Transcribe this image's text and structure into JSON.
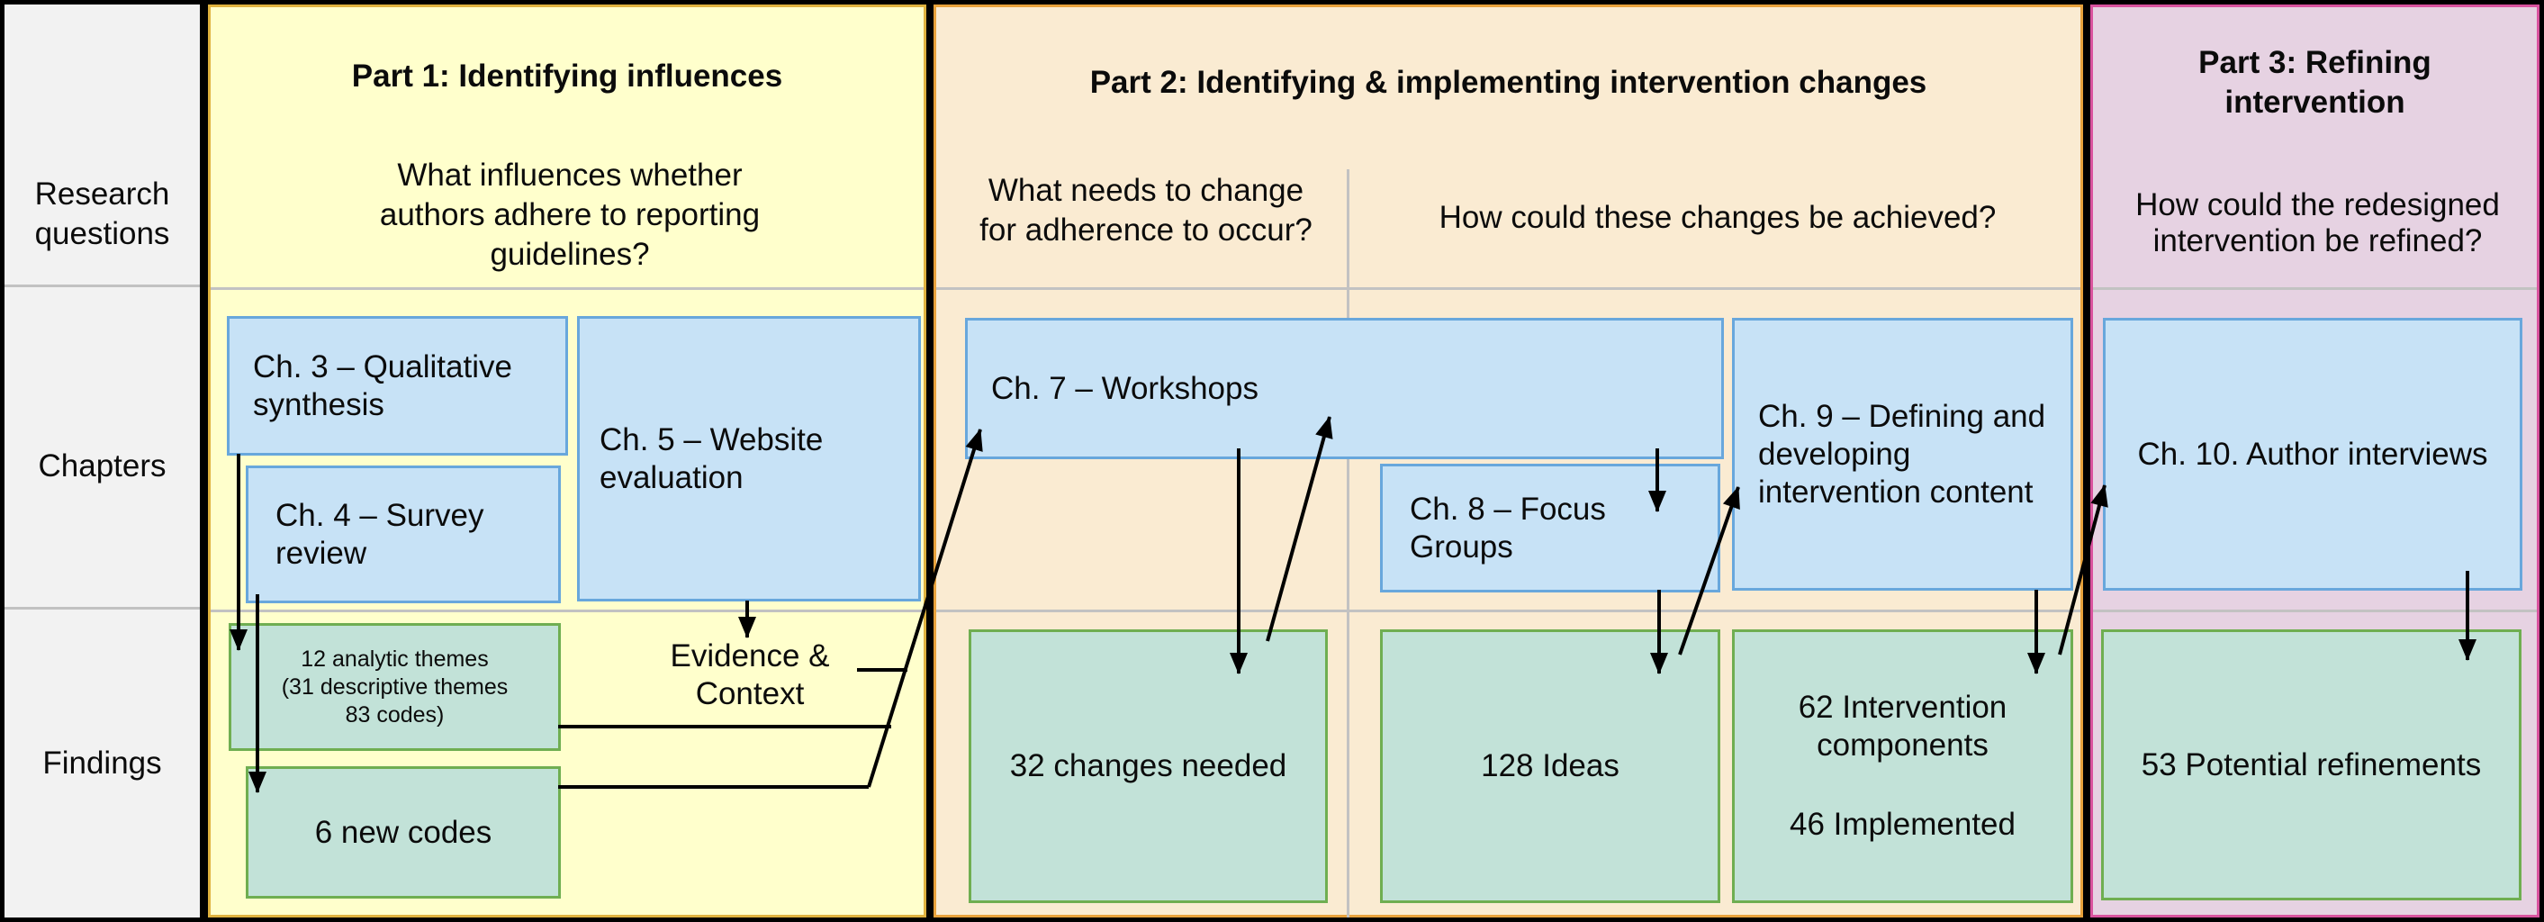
{
  "colors": {
    "frame": "#000000",
    "sidebar_bg": "#F2F2F2",
    "part1_bg": "#FFFFCC",
    "part1_border": "#DFB23F",
    "part2_bg": "#FAEBD2",
    "part2_border": "#E8A23C",
    "part3_bg": "#E6D2E2",
    "part3_border": "#D9539E",
    "chapter_box_bg": "#C7E2F6",
    "chapter_box_border": "#68A7DC",
    "finding_box_bg": "#C2E2D8",
    "finding_box_border": "#6FAE51",
    "divider": "#C2C2C2",
    "arrow": "#000000"
  },
  "sidebar": {
    "row1": "Research questions",
    "row2": "Chapters",
    "row3": "Findings"
  },
  "part1": {
    "title": "Part 1: Identifying influences",
    "question_lines": [
      "What influences whether",
      "authors adhere to reporting",
      "guidelines?"
    ],
    "ch3_lines": [
      "Ch. 3 – Qualitative",
      "synthesis"
    ],
    "ch4_lines": [
      "Ch. 4 – Survey",
      "review"
    ],
    "ch5_lines": [
      "Ch. 5 – Website",
      "evaluation"
    ],
    "finding1_lines": [
      "12 analytic themes",
      "(31 descriptive themes",
      "83 codes)"
    ],
    "finding2": "6 new codes",
    "evidence_lines": [
      "Evidence &",
      "Context"
    ]
  },
  "part2": {
    "title": "Part 2: Identifying & implementing intervention changes",
    "question1_lines": [
      "What needs to change",
      "for adherence to occur?"
    ],
    "question2": "How could these changes be achieved?",
    "ch7": "Ch. 7 – Workshops",
    "ch8_lines": [
      "Ch. 8 – Focus",
      "Groups"
    ],
    "ch9_lines": [
      "Ch. 9 – Defining and",
      "developing",
      "intervention content"
    ],
    "finding1": "32 changes needed",
    "finding2": "128 Ideas",
    "finding3_lines": [
      "62 Intervention",
      "components"
    ],
    "finding3b": "46 Implemented"
  },
  "part3": {
    "title_lines": [
      "Part 3: Refining",
      "intervention"
    ],
    "question_lines": [
      "How could the redesigned",
      "intervention be refined?"
    ],
    "ch10": "Ch. 10. Author interviews",
    "finding": "53 Potential refinements"
  }
}
